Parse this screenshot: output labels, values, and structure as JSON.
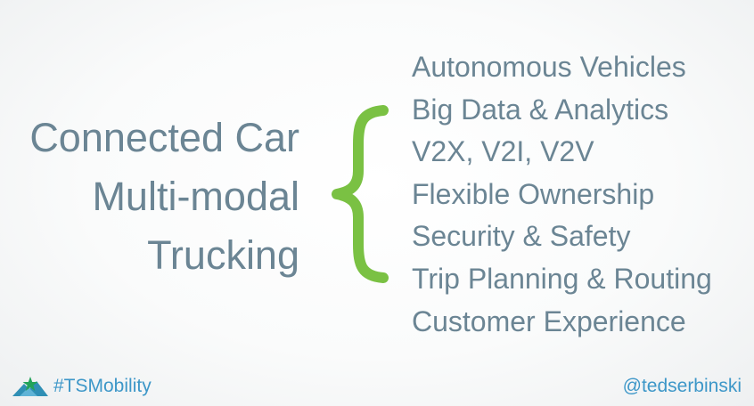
{
  "left_topics": [
    "Connected Car",
    "Multi-modal",
    "Trucking"
  ],
  "right_topics": [
    "Autonomous Vehicles",
    "Big Data & Analytics",
    "V2X, V2I, V2V",
    "Flexible Ownership",
    "Security & Safety",
    "Trip Planning & Routing",
    "Customer Experience"
  ],
  "footer": {
    "hashtag": "#TSMobility",
    "handle": "@tedserbinski",
    "logo_icon": "mountain-star-logo"
  },
  "colors": {
    "text": "#6b8594",
    "brace": "#7ac143",
    "footer_text": "#3d97c8",
    "logo_mountain": "#2f8fb5",
    "logo_star": "#22a35a"
  }
}
